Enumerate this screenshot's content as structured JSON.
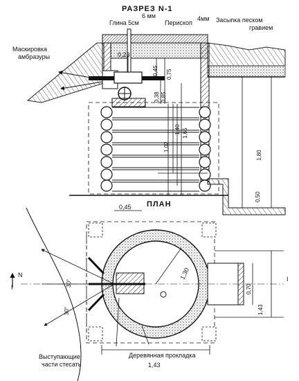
{
  "section": {
    "title": "РАЗРЕЗ N-1",
    "labels": {
      "clay": "Глина 5см",
      "clay_thickness": "6 мм",
      "periscope": "Перископ",
      "top_thickness": "4мм",
      "backfill_line1": "Засыпка песком",
      "backfill_line2": "гравием",
      "mask_line1": "Маскировка",
      "mask_line2": "амбразуры"
    },
    "dims": {
      "d023": "0,23",
      "d045": "0,45",
      "d075": "0,75",
      "d038": "0,38",
      "d085": "0,85",
      "d140": "1,40",
      "d165": "1,65",
      "d102": "1,02",
      "d180": "1,80",
      "d050": "0,50"
    }
  },
  "plan": {
    "title": "ПЛАН",
    "north": "N",
    "section_mark_left": "I",
    "section_mark_right": "I",
    "labels": {
      "remove_line1": "Выступающие",
      "remove_line2": "части стесать",
      "gasket": "Деревянная прокладка"
    },
    "dims": {
      "d045": "0,45",
      "d143_h": "1,43",
      "d130": "1,30",
      "d143_v": "1,43",
      "d070": "0,70",
      "angle_top": "30°",
      "angle_bottom": "30°"
    }
  }
}
